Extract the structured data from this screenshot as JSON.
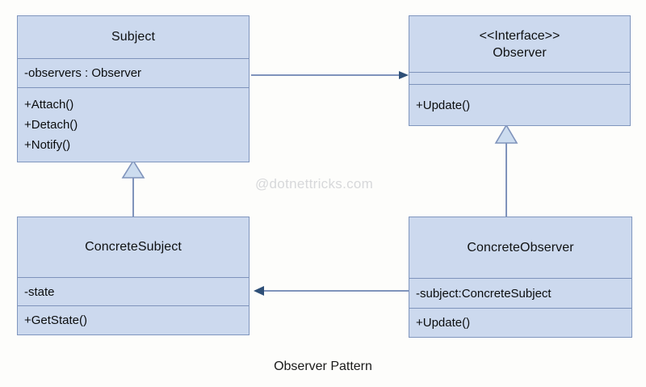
{
  "diagram": {
    "caption": "Observer Pattern",
    "watermark": "@dotnettricks.com",
    "colors": {
      "class_fill": "#ccd9ee",
      "class_border": "#8096be",
      "compartment_divider": "#7e93bb",
      "association_line": "#7f93bb",
      "association_arrow": "#2e4f77",
      "generalization_fill": "#ccdcef",
      "generalization_border": "#7f93bb",
      "background": "#fdfdfb",
      "text": "#0f1112",
      "watermark_text": "#d7d8da"
    },
    "classes": [
      {
        "id": "subject",
        "name": "Subject",
        "stereotype": "",
        "attributes": [
          "-observers : Observer"
        ],
        "operations": [
          "+Attach()",
          "+Detach()",
          "+Notify()"
        ]
      },
      {
        "id": "observer",
        "name": "Observer",
        "stereotype": "<<Interface>>",
        "attributes": [],
        "operations": [
          "+Update()"
        ]
      },
      {
        "id": "concrete-subject",
        "name": "ConcreteSubject",
        "stereotype": "",
        "attributes": [
          "-state"
        ],
        "operations": [
          "+GetState()"
        ]
      },
      {
        "id": "concrete-observer",
        "name": "ConcreteObserver",
        "stereotype": "",
        "attributes": [
          "-subject:ConcreteSubject"
        ],
        "operations": [
          "+Update()"
        ]
      }
    ],
    "relationships": [
      {
        "id": "subject-observes",
        "type": "association",
        "from": "Subject",
        "to": "Observer",
        "direction": "right"
      },
      {
        "id": "concrete-subject-inherits-subject",
        "type": "generalization",
        "from": "ConcreteSubject",
        "to": "Subject",
        "direction": "up"
      },
      {
        "id": "concrete-observer-implements-observer",
        "type": "generalization",
        "from": "ConcreteObserver",
        "to": "Observer",
        "direction": "up"
      },
      {
        "id": "concrete-observer-references-concrete-subject",
        "type": "association",
        "from": "ConcreteObserver",
        "to": "ConcreteSubject",
        "direction": "left"
      }
    ]
  }
}
